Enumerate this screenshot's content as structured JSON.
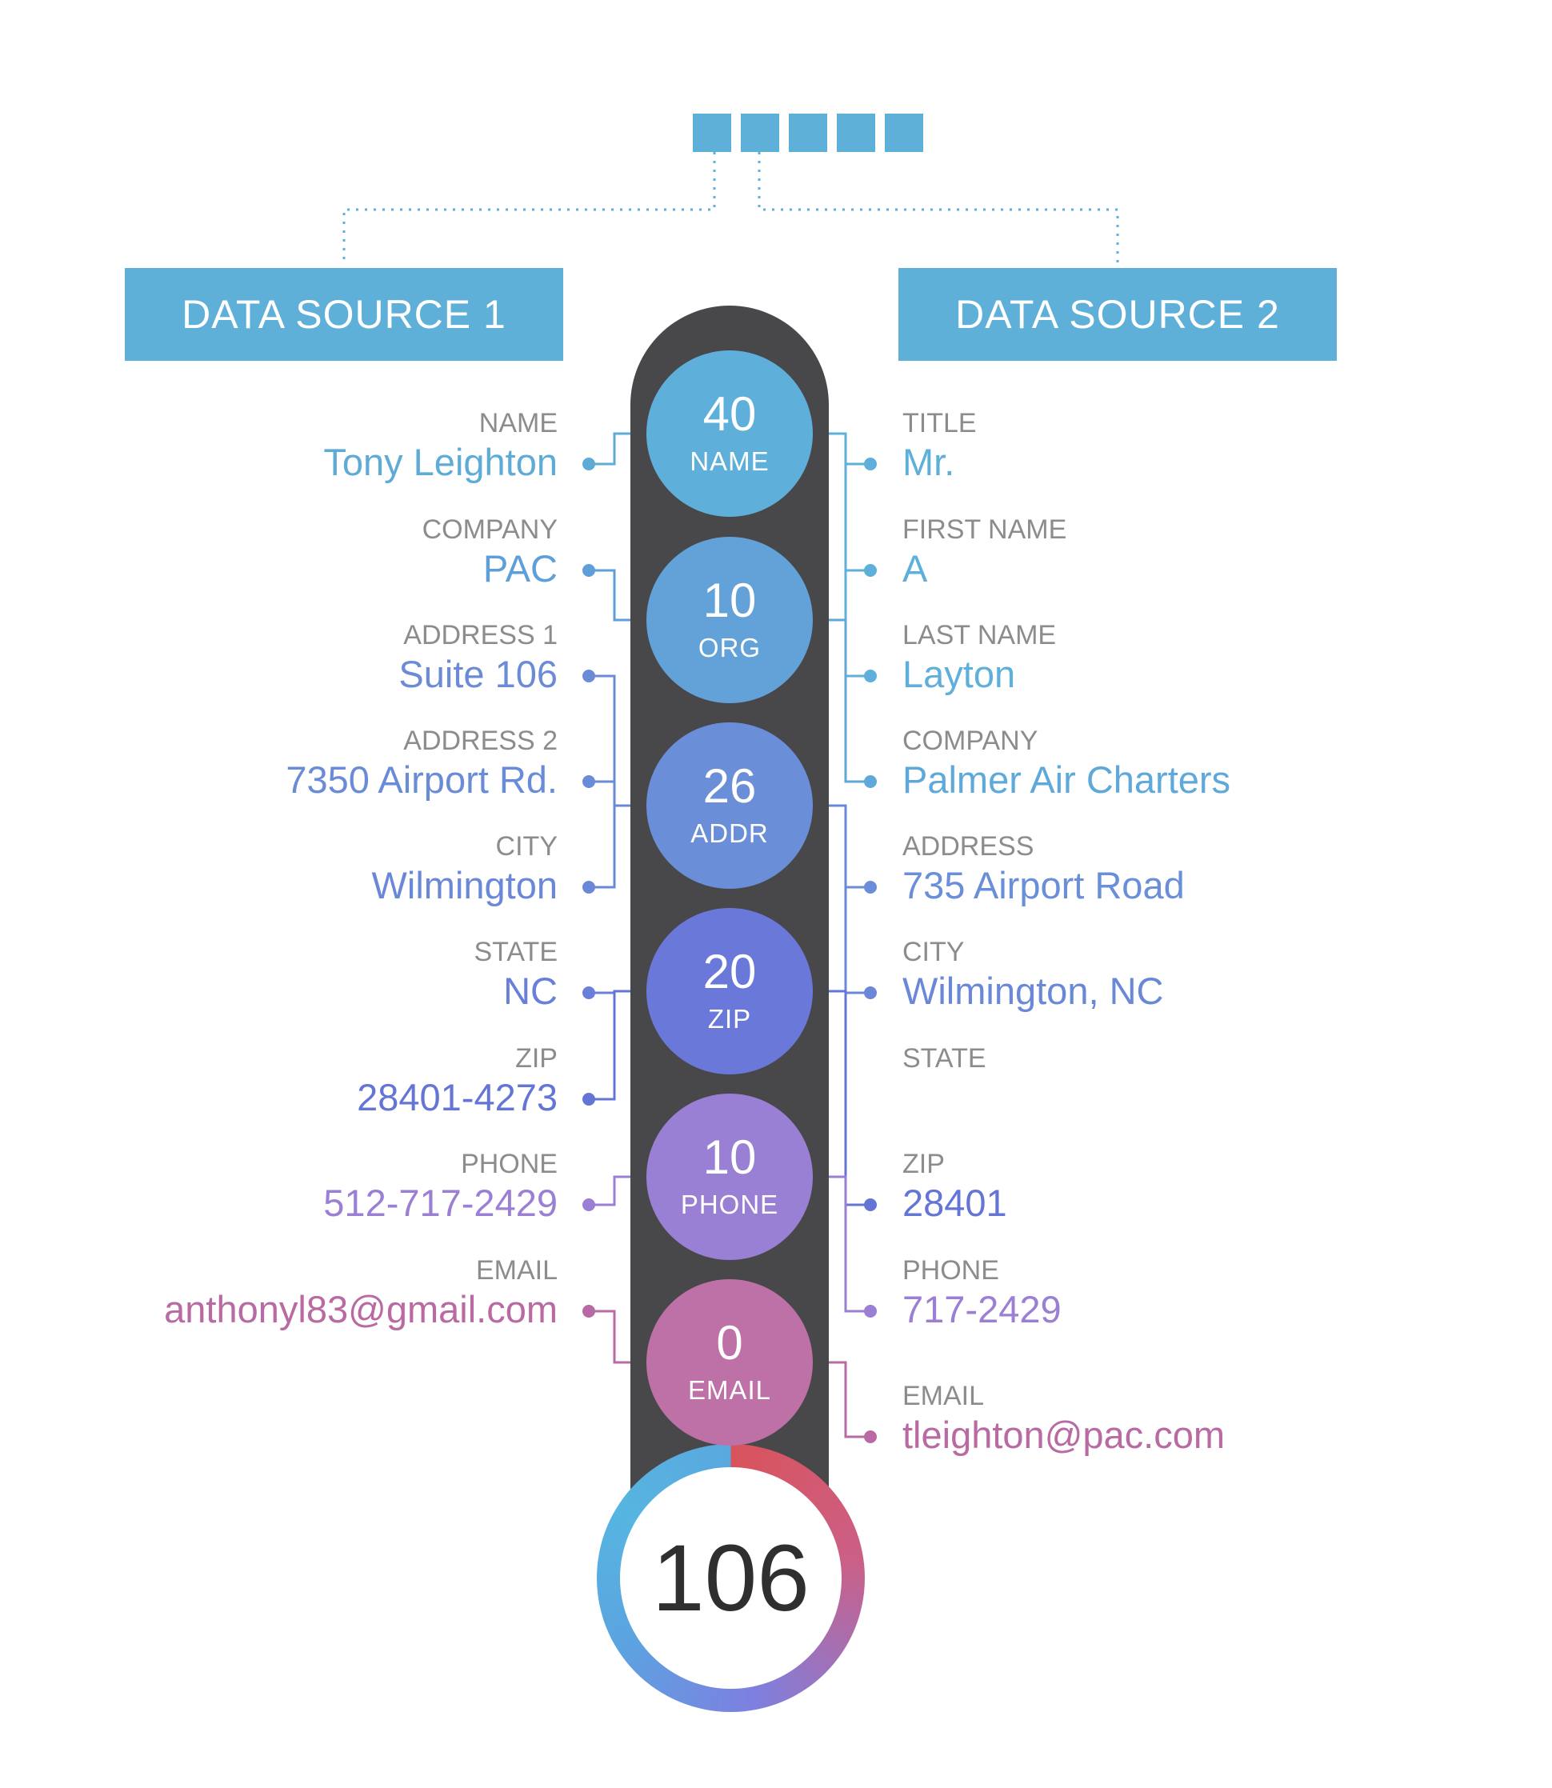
{
  "sources": {
    "source1": "DATA SOURCE 1",
    "source2": "DATA SOURCE 2"
  },
  "squares_count": 5,
  "score": {
    "total": "106",
    "items": [
      {
        "value": "40",
        "label": "NAME",
        "color": "#5eb0da"
      },
      {
        "value": "10",
        "label": "ORG",
        "color": "#62a2d8"
      },
      {
        "value": "26",
        "label": "ADDR",
        "color": "#6a8ed8"
      },
      {
        "value": "20",
        "label": "ZIP",
        "color": "#6a79d9"
      },
      {
        "value": "10",
        "label": "PHONE",
        "color": "#9a80d4"
      },
      {
        "value": "0",
        "label": "EMAIL",
        "color": "#bd71a6"
      }
    ]
  },
  "left_fields": [
    {
      "label": "NAME",
      "value": "Tony Leighton",
      "color": "#5eacd6"
    },
    {
      "label": "COMPANY",
      "value": "PAC",
      "color": "#5e9fda"
    },
    {
      "label": "ADDRESS 1",
      "value": "Suite 106",
      "color": "#6b8bd7"
    },
    {
      "label": "ADDRESS 2",
      "value": "7350 Airport Rd.",
      "color": "#6a8bd7"
    },
    {
      "label": "CITY",
      "value": "Wilmington",
      "color": "#6a88d7"
    },
    {
      "label": "STATE",
      "value": "NC",
      "color": "#6a7fd9"
    },
    {
      "label": "ZIP",
      "value": "28401-4273",
      "color": "#6475d6"
    },
    {
      "label": "PHONE",
      "value": "512-717-2429",
      "color": "#9a7fd4"
    },
    {
      "label": "EMAIL",
      "value": "anthonyl83@gmail.com",
      "color": "#b96aa2"
    }
  ],
  "right_fields": [
    {
      "label": "TITLE",
      "value": "Mr.",
      "color": "#5eb0da"
    },
    {
      "label": "FIRST NAME",
      "value": "A",
      "color": "#5eb0da"
    },
    {
      "label": "LAST NAME",
      "value": "Layton",
      "color": "#5eb0da"
    },
    {
      "label": "COMPANY",
      "value": "Palmer Air Charters",
      "color": "#5ea9da"
    },
    {
      "label": "ADDRESS",
      "value": "735 Airport Road",
      "color": "#6a8ed8"
    },
    {
      "label": "CITY",
      "value": "Wilmington, NC",
      "color": "#6a88d7"
    },
    {
      "label": "STATE",
      "value": "",
      "color": "#6a7fd9"
    },
    {
      "label": "ZIP",
      "value": "28401",
      "color": "#6475d6"
    },
    {
      "label": "PHONE",
      "value": "717-2429",
      "color": "#9a7fd4"
    },
    {
      "label": "EMAIL",
      "value": "tleighton@pac.com",
      "color": "#b96aa2"
    }
  ]
}
